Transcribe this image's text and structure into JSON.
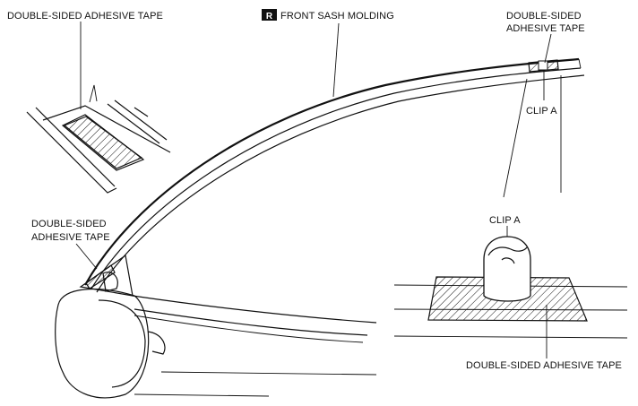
{
  "labels": {
    "tape_top_left": "DOUBLE-SIDED ADHESIVE TAPE",
    "badge": "R",
    "front_sash_molding": "FRONT SASH MOLDING",
    "tape_top_right_1": "DOUBLE-SIDED",
    "tape_top_right_2": "ADHESIVE TAPE",
    "clip_a_top": "CLIP A",
    "tape_mid_left_1": "DOUBLE-SIDED",
    "tape_mid_left_2": "ADHESIVE TAPE",
    "clip_a_detail": "CLIP A",
    "tape_bottom_right": "DOUBLE-SIDED ADHESIVE TAPE"
  }
}
